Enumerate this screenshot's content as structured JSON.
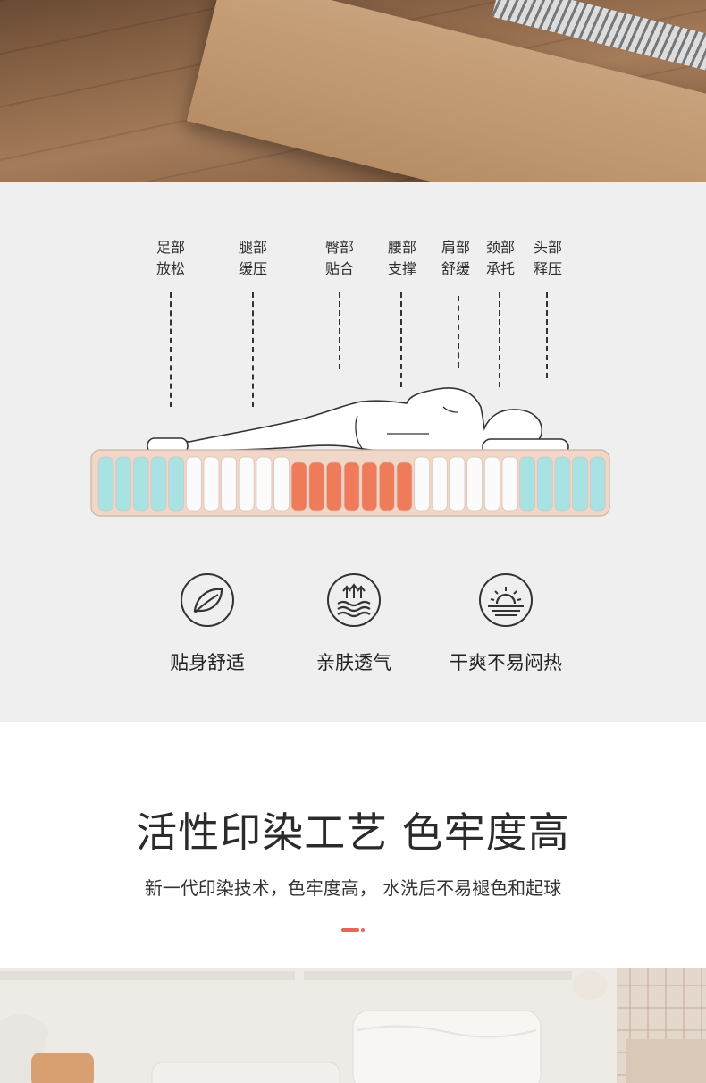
{
  "zones": [
    {
      "line1": "足部",
      "line2": "放松"
    },
    {
      "line1": "腿部",
      "line2": "缓压"
    },
    {
      "line1": "臀部",
      "line2": "贴合"
    },
    {
      "line1": "腰部",
      "line2": "支撑"
    },
    {
      "line1": "肩部",
      "line2": "舒缓"
    },
    {
      "line1": "颈部",
      "line2": "承托"
    },
    {
      "line1": "头部",
      "line2": "释压"
    }
  ],
  "features": [
    {
      "label": "贴身舒适",
      "icon": "leaf-icon"
    },
    {
      "label": "亲肤透气",
      "icon": "breathable-waves-icon"
    },
    {
      "label": "干爽不易闷热",
      "icon": "sun-horizon-icon"
    }
  ],
  "colors": {
    "cyan_spring": "#a8e2e2",
    "white_spring": "#fbfbfb",
    "orange_spring": "#ee7b5a",
    "mattress_frame": "#f2d6c8",
    "accent": "#e8665a"
  },
  "section": {
    "headline": "活性印染工艺 色牢度高",
    "subline": "新一代印染技术，色牢度高， 水洗后不易褪色和起球"
  }
}
